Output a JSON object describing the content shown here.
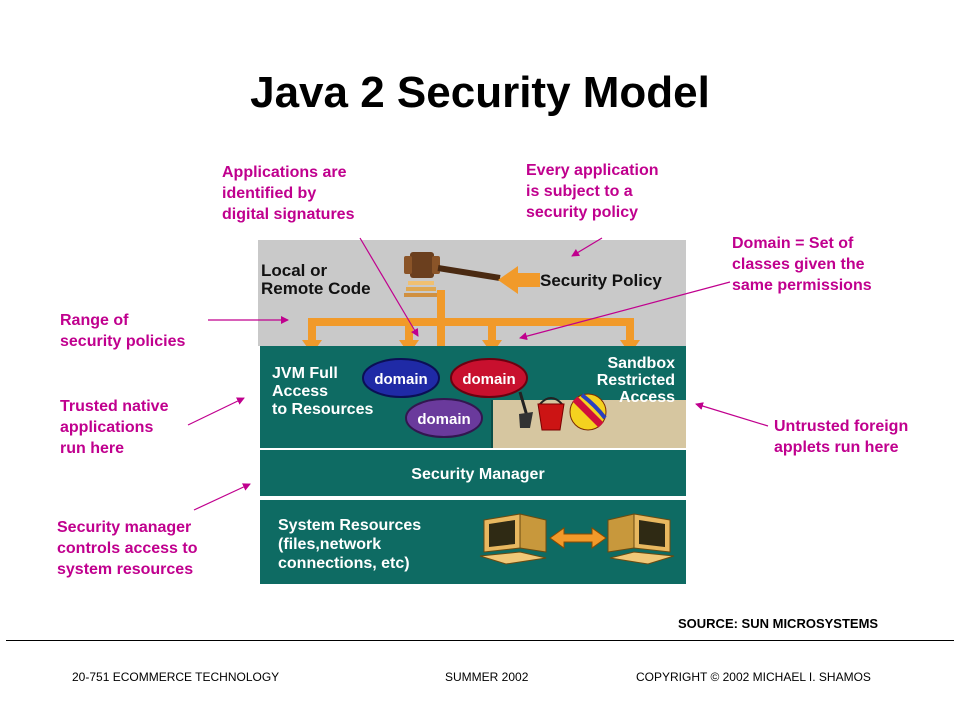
{
  "title": "Java 2 Security Model",
  "annotations": {
    "signatures": "Applications are\nidentified by\ndigital signatures",
    "policy": "Every application\nis subject to a\nsecurity policy",
    "domain_def": "Domain = Set of\nclasses given the\nsame permissions",
    "range": "Range of\nsecurity policies",
    "trusted": "Trusted native\napplications\nrun here",
    "untrusted": "Untrusted foreign\napplets run here",
    "manager": "Security manager\ncontrols access to\nsystem resources"
  },
  "diagram": {
    "code_label_1": "Local or",
    "code_label_2": "Remote Code",
    "policy_label": "Security Policy",
    "jvm_1": "JVM Full",
    "jvm_2": "Access",
    "jvm_3": "to Resources",
    "domain_1": "domain",
    "domain_2": "domain",
    "domain_3": "domain",
    "sandbox_1": "Sandbox",
    "sandbox_2": "Restricted",
    "sandbox_3": "Access",
    "security_manager": "Security Manager",
    "sys_1": "System Resources",
    "sys_2": "(files,network",
    "sys_3": "connections, etc)"
  },
  "colors": {
    "annotation": "#c0008e",
    "teal": "#0e6b63",
    "orange": "#f19a2a",
    "domain_blue": "#1f2aa6",
    "domain_red": "#c8102e",
    "domain_purple": "#6a3a9c"
  },
  "source": "SOURCE: SUN MICROSYSTEMS",
  "footer": {
    "left": "20-751 ECOMMERCE TECHNOLOGY",
    "center": "SUMMER 2002",
    "right": "COPYRIGHT  © 2002 MICHAEL  I.  SHAMOS"
  }
}
